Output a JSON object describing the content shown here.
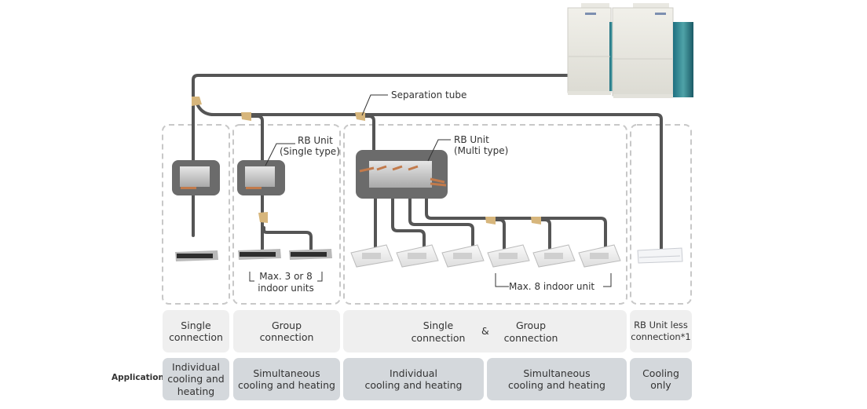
{
  "diagram": {
    "callouts": {
      "separation_tube": "Separation tube",
      "rb_single_line1": "RB Unit",
      "rb_single_line2": "(Single type)",
      "rb_multi_line1": "RB Unit",
      "rb_multi_line2": "(Multi type)",
      "max_group_line1": "Max. 3 or 8",
      "max_group_line2": "indoor units",
      "max_multi": "Max. 8 indoor unit"
    },
    "components": {
      "outdoor_unit": "outdoor-unit",
      "rb_unit_single": "rb-unit-single",
      "rb_unit_multi": "rb-unit-multi",
      "duct_indoor_unit": "duct-indoor-unit",
      "cassette_indoor_unit": "cassette-indoor-unit",
      "wall_indoor_unit": "wall-mounted-indoor-unit",
      "separation_tube": "separation-tube"
    },
    "colors": {
      "pipe": "#555555",
      "separation_tube": "#d7b67c",
      "rb_box": "#6b6b6b",
      "dashed_group": "#c8c8c8",
      "connection_cell": "#efefef",
      "application_cell": "#d4d8dc"
    }
  },
  "table": {
    "row_label": "Application",
    "connection": [
      {
        "text": "Single\nconnection"
      },
      {
        "text": "Group\nconnection"
      },
      {
        "left": "Single\nconnection",
        "amp": "&",
        "right": "Group\nconnection"
      },
      {
        "text": "RB Unit less\nconnection*1"
      }
    ],
    "application": [
      "Individual\ncooling and\nheating",
      "Simultaneous\ncooling and heating",
      "Individual\ncooling and heating",
      "Simultaneous\ncooling and heating",
      "Cooling\nonly"
    ]
  }
}
